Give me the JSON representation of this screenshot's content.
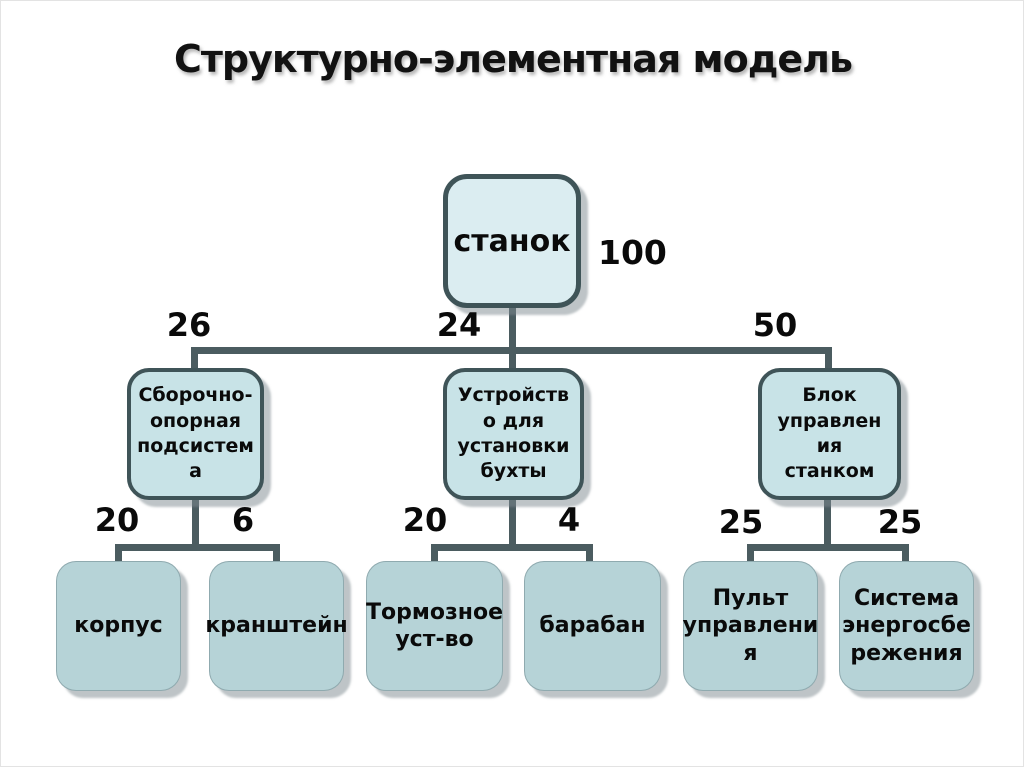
{
  "slide": {
    "title": "Структурно-элементная модель"
  },
  "palette": {
    "root_fill": "#dbedf1",
    "level2_fill": "#c8e3e7",
    "level3_fill": "#b6d3d7",
    "node_border": "#3f5458",
    "connector": "#4b5c60",
    "background": "#ffffff"
  },
  "tree": {
    "root": {
      "label": "станок",
      "value": "100"
    },
    "groups": [
      {
        "edge_value": "26",
        "label": "Сборочно-\nопорная\nподсистем\nа",
        "children": [
          {
            "edge_value": "20",
            "label": "корпус"
          },
          {
            "edge_value": "6",
            "label": "кранштейн"
          }
        ]
      },
      {
        "edge_value": "24",
        "label": "Устройств\nо для\nустановки\nбухты",
        "children": [
          {
            "edge_value": "20",
            "label": "Тормозное\nуст-во"
          },
          {
            "edge_value": "4",
            "label": "барабан"
          }
        ]
      },
      {
        "edge_value": "50",
        "label": "Блок\nуправлен\nия\nстанком",
        "children": [
          {
            "edge_value": "25",
            "label": "Пульт\nуправлени\nя"
          },
          {
            "edge_value": "25",
            "label": "Система\nэнергосбе\nрежения"
          }
        ]
      }
    ]
  }
}
